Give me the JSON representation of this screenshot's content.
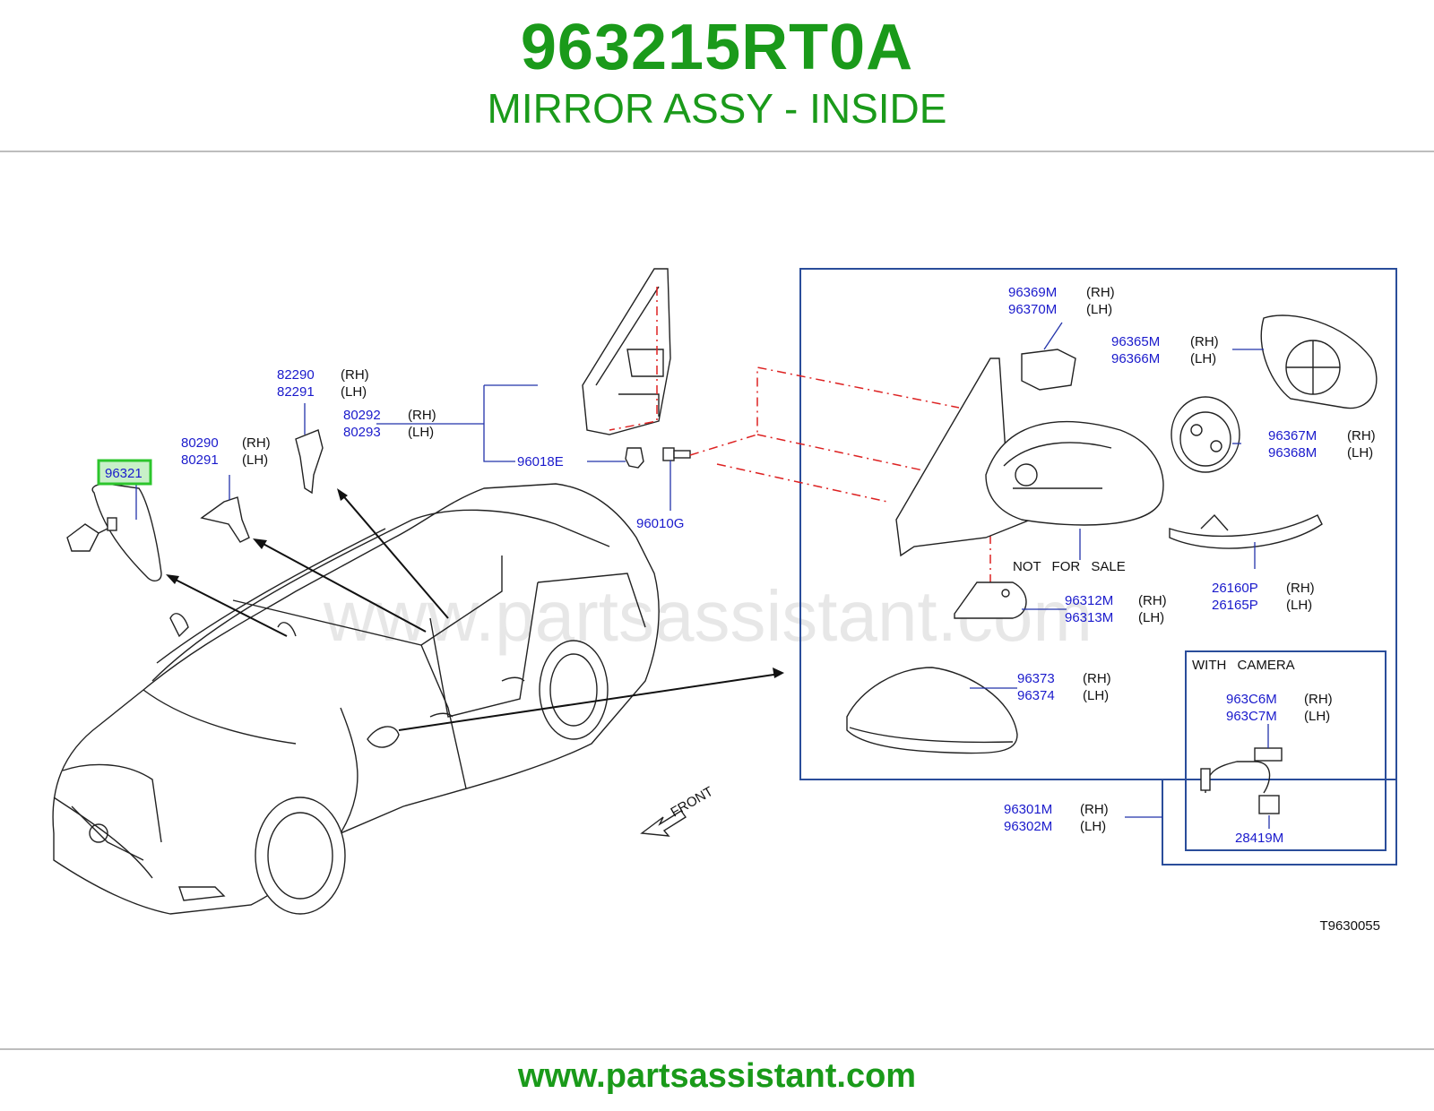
{
  "header": {
    "part_number": "963215RT0A",
    "part_name": "MIRROR ASSY - INSIDE"
  },
  "footer": {
    "url": "www.partsassistant.com"
  },
  "watermark": "www.partsassistant.com",
  "diagram": {
    "code": "T9630055",
    "highlight_color": "#2cc52c",
    "callouts": {
      "c96321": "96321",
      "c80290": "80290",
      "c80291": "80291",
      "c82290": "82290",
      "c82291": "82291",
      "c80292": "80292",
      "c80293": "80293",
      "c96018E": "96018E",
      "c96010G": "96010G",
      "c96369M": "96369M",
      "c96370M": "96370M",
      "c96365M": "96365M",
      "c96366M": "96366M",
      "c96367M": "96367M",
      "c96368M": "96368M",
      "c26160P": "26160P",
      "c26165P": "26165P",
      "c96312M": "96312M",
      "c96313M": "96313M",
      "c96373": "96373",
      "c96374": "96374",
      "c96301M": "96301M",
      "c96302M": "96302M",
      "c963C6M": "963C6M",
      "c963C7M": "963C7M",
      "c28419M": "28419M"
    },
    "sides": {
      "rh": "(RH)",
      "lh": "(LH)"
    },
    "notes": {
      "not_for_sale": "NOT FOR SALE",
      "with_camera": "WITH CAMERA",
      "front": "FRONT"
    }
  }
}
